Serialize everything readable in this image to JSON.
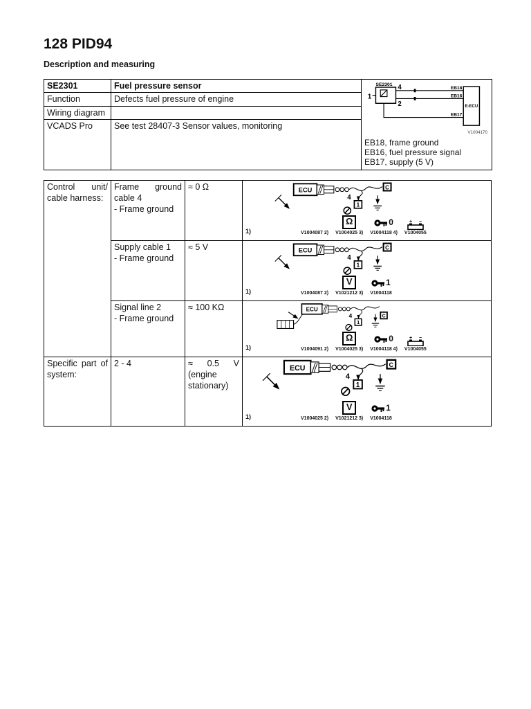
{
  "page": {
    "title": "128 PID94",
    "subtitle": "Description and measuring"
  },
  "info": {
    "rows": [
      {
        "label": "SE2301",
        "value": "Fuel pressure sensor"
      },
      {
        "label": "Function",
        "value": "Defects fuel pressure of engine"
      },
      {
        "label": "Wiring diagram",
        "value": ""
      },
      {
        "label": "VCADS Pro",
        "value": "See test 28407-3 Sensor values, monitoring"
      }
    ]
  },
  "wiring": {
    "sensor_label": "SE2301",
    "pin_left": "1",
    "pin_top": "4",
    "pin_bottom": "2",
    "wire_labels": [
      "EB18",
      "EB16",
      "EB17"
    ],
    "ecu_label": "E-ECU",
    "code": "V1004170",
    "legend": [
      "EB18, frame ground",
      "EB16, fuel pressure signal",
      "EB17, supply (5 V)"
    ]
  },
  "pict": {
    "ecu": "ECU",
    "c": "C",
    "probe_pin": "1",
    "plus": "+",
    "minus": "−",
    "key0": "0",
    "key1": "1",
    "ohm": "Ω",
    "volt": "V"
  },
  "measure": {
    "group1": [
      "Control unit/",
      "cable harness:"
    ],
    "group2": [
      "Specific part of",
      "system:"
    ],
    "rows": [
      {
        "test": [
          "Frame ground",
          "cable 4",
          "- Frame ground"
        ],
        "value": [
          "≈ 0 Ω"
        ],
        "pin": "4",
        "captions": [
          "1)",
          "V1004087 2)",
          "V1004025 3)",
          "V1004118 4)",
          "V1004055"
        ]
      },
      {
        "test": [
          "Supply cable 1",
          "- Frame ground"
        ],
        "value": [
          "≈ 5 V"
        ],
        "pin": "4",
        "captions": [
          "1)",
          "V1004087 2)",
          "V1021212 3)",
          "V1004118"
        ]
      },
      {
        "test": [
          "Signal line 2",
          "- Frame ground"
        ],
        "value": [
          "≈ 100 KΩ"
        ],
        "pin": "4",
        "captions": [
          "1)",
          "V1004091 2)",
          "V1004025 3)",
          "V1004118 4)",
          "V1004055"
        ]
      },
      {
        "test": [
          "2 - 4"
        ],
        "value": [
          "≈ 0.5 V",
          "(engine",
          "stationary)"
        ],
        "pin": "4",
        "captions": [
          "1)",
          "V1004025 2)",
          "V1021212 3)",
          "V1004118"
        ]
      }
    ]
  }
}
